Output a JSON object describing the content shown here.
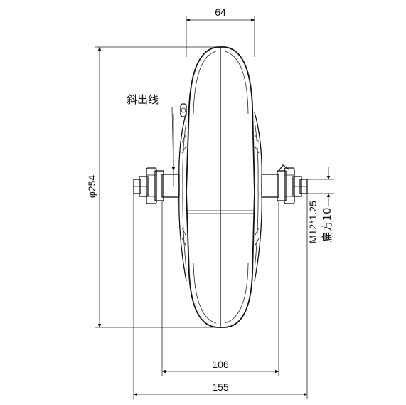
{
  "dimensions": {
    "tire_width": "64",
    "diameter": "φ254",
    "thread_spec": "M12*1.25",
    "flat_spec": "扁方10",
    "inner_width": "106",
    "overall_width": "155"
  },
  "annotations": {
    "cable_exit": "斜出线"
  }
}
